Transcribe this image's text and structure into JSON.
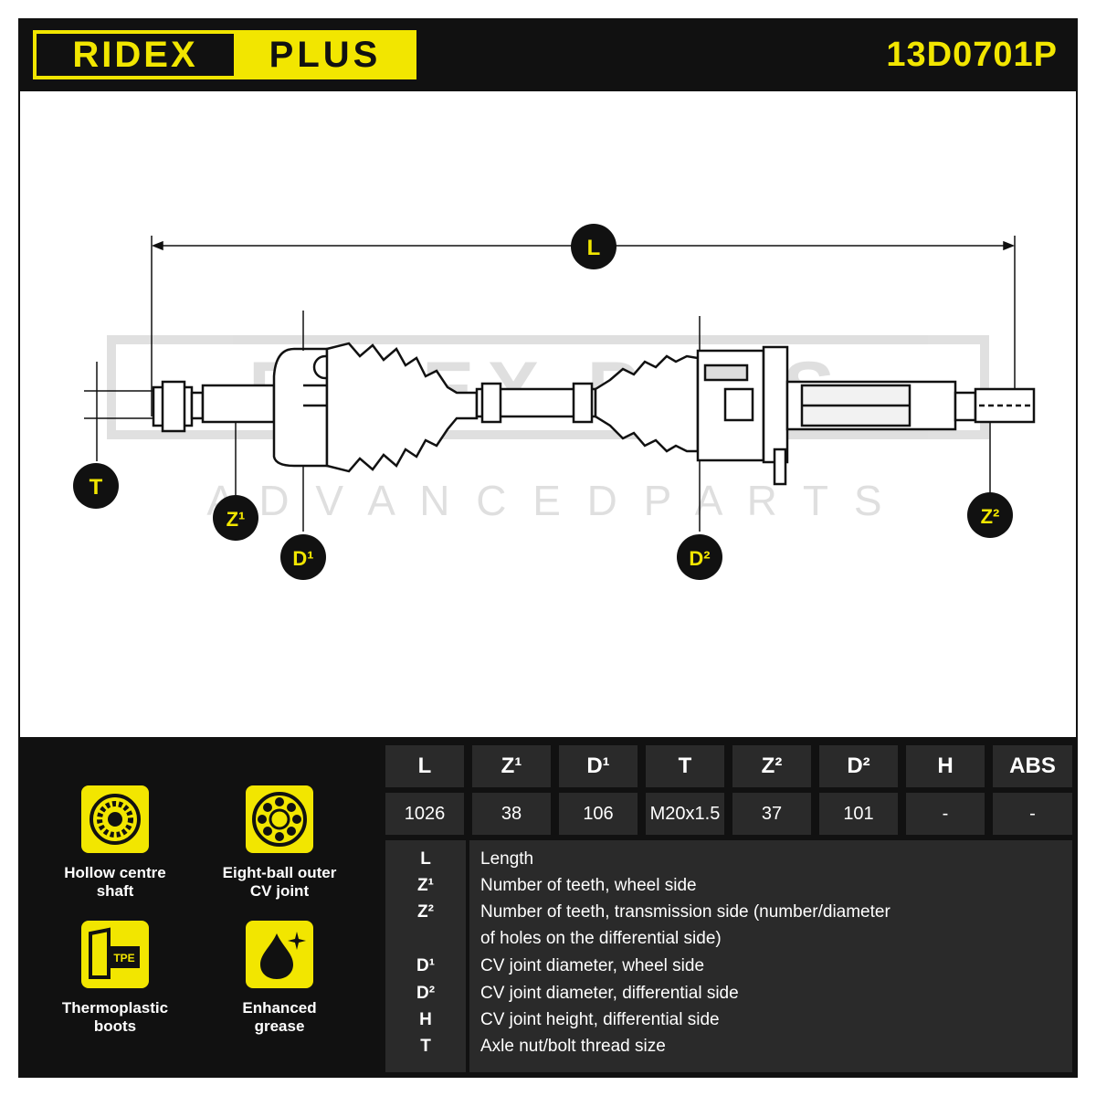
{
  "header": {
    "brand_left": "RIDEX",
    "brand_right": "PLUS",
    "part_number": "13D0701P"
  },
  "drawing": {
    "watermark_brand": "RIDEX PLUS",
    "watermark_tagline": "A D V A N C E D   P A R T S",
    "markers": {
      "L": "L",
      "T": "T",
      "Z1": "Z¹",
      "D1": "D¹",
      "D2": "D²",
      "Z2": "Z²"
    }
  },
  "features": [
    {
      "icon": "hollow-shaft-icon",
      "label": "Hollow centre\nshaft"
    },
    {
      "icon": "ball-joint-icon",
      "label": "Eight-ball outer\nCV joint"
    },
    {
      "icon": "tpe-boot-icon",
      "icon_text": "TPE",
      "label": "Thermoplastic\nboots"
    },
    {
      "icon": "grease-drop-icon",
      "label": "Enhanced\ngrease"
    }
  ],
  "spec_table": {
    "headers": [
      "L",
      "Z¹",
      "D¹",
      "T",
      "Z²",
      "D²",
      "H",
      "ABS"
    ],
    "values": [
      "1026",
      "38",
      "106",
      "M20x1.5",
      "37",
      "101",
      "-",
      "-"
    ]
  },
  "legend": [
    {
      "key": "L",
      "text": "Length"
    },
    {
      "key": "Z¹",
      "text": "Number of teeth, wheel side"
    },
    {
      "key": "Z²",
      "text": "Number of teeth, transmission side (number/diameter"
    },
    {
      "key": "",
      "text": "of holes on the differential side)"
    },
    {
      "key": "D¹",
      "text": "CV joint diameter, wheel side"
    },
    {
      "key": "D²",
      "text": "CV joint diameter, differential side"
    },
    {
      "key": "H",
      "text": "CV joint height, differential side"
    },
    {
      "key": "T",
      "text": "Axle nut/bolt thread size"
    }
  ],
  "colors": {
    "brand_yellow": "#f2e600",
    "dark": "#111111",
    "panel": "#2a2a2a"
  }
}
